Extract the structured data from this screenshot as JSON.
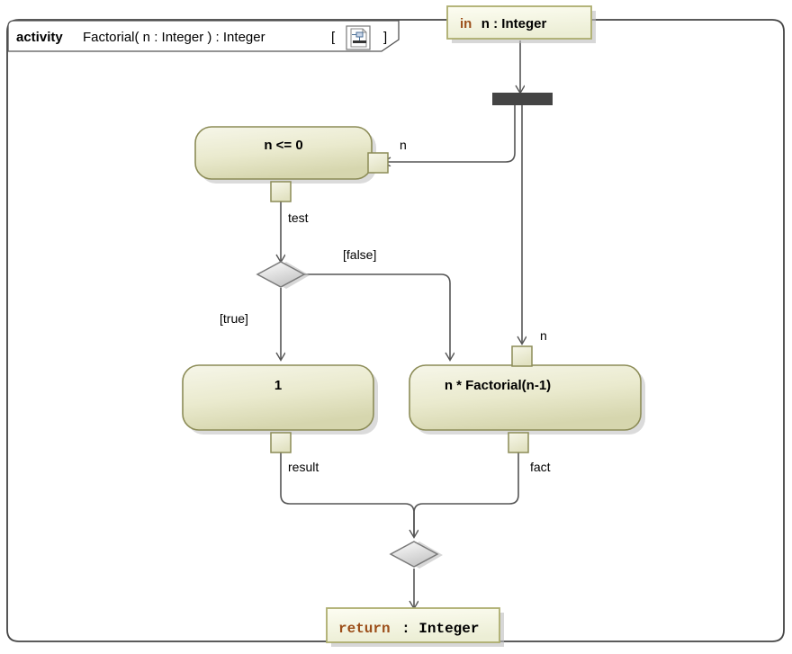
{
  "frame": {
    "keyword": "activity",
    "signature": "Factorial( n : Integer ) : Integer",
    "bracket_open": "[",
    "bracket_close": "]",
    "icon": "activity-diagram-icon"
  },
  "colors": {
    "node_fill_light": "#f5f5e6",
    "node_fill_dark": "#d9d9b4",
    "node_border": "#8c8c57",
    "param_fill_light": "#fcfcee",
    "param_fill_dark": "#ecedd6",
    "param_border": "#adad6e",
    "decision_fill_light": "#fafafa",
    "decision_fill_dark": "#c9c9c9",
    "decision_border": "#7a7a7a",
    "fork_fill": "#444444",
    "edge_stroke": "#555555",
    "frame_stroke": "#444444",
    "keyword_text": "#9c4f1a",
    "shadow": "#b8b8b8"
  },
  "parameters": {
    "input": {
      "keyword": "in",
      "name_type": "n : Integer"
    },
    "output": {
      "keyword": "return",
      "name_type": " : Integer"
    }
  },
  "actions": [
    {
      "id": "test",
      "label": "n <= 0"
    },
    {
      "id": "one",
      "label": "1"
    },
    {
      "id": "recurse",
      "label": "n * Factorial(n-1)"
    }
  ],
  "pins": [
    {
      "id": "test-in-n",
      "label": "n"
    },
    {
      "id": "test-out-test",
      "label": "test"
    },
    {
      "id": "recurse-in-n",
      "label": "n"
    },
    {
      "id": "one-out-result",
      "label": "result"
    },
    {
      "id": "recurse-out-fact",
      "label": "fact"
    }
  ],
  "edge_labels": {
    "n_to_test": "n",
    "test_out": "test",
    "guard_true": "[true]",
    "guard_false": "[false]",
    "n_to_recurse": "n",
    "result": "result",
    "fact": "fact"
  },
  "nodes": {
    "fork": "fork-bar",
    "decision": "decision-node",
    "merge": "merge-node"
  }
}
